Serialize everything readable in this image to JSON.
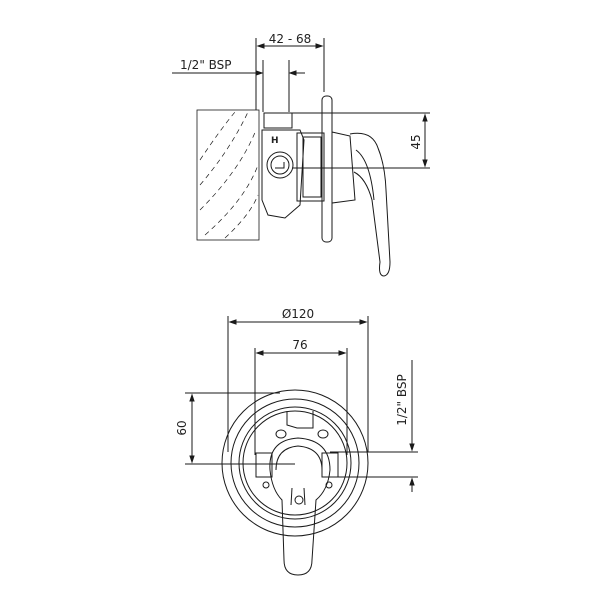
{
  "side_view": {
    "dim_depth": "42 - 68",
    "dim_inlet": "1/2\" BSP",
    "dim_height": "45",
    "label_h": "H"
  },
  "front_view": {
    "dim_diameter": "Ø120",
    "dim_width": "76",
    "dim_height": "60",
    "dim_inlet": "1/2\" BSP"
  },
  "colors": {
    "line": "#1a1a1a",
    "background": "#ffffff"
  }
}
